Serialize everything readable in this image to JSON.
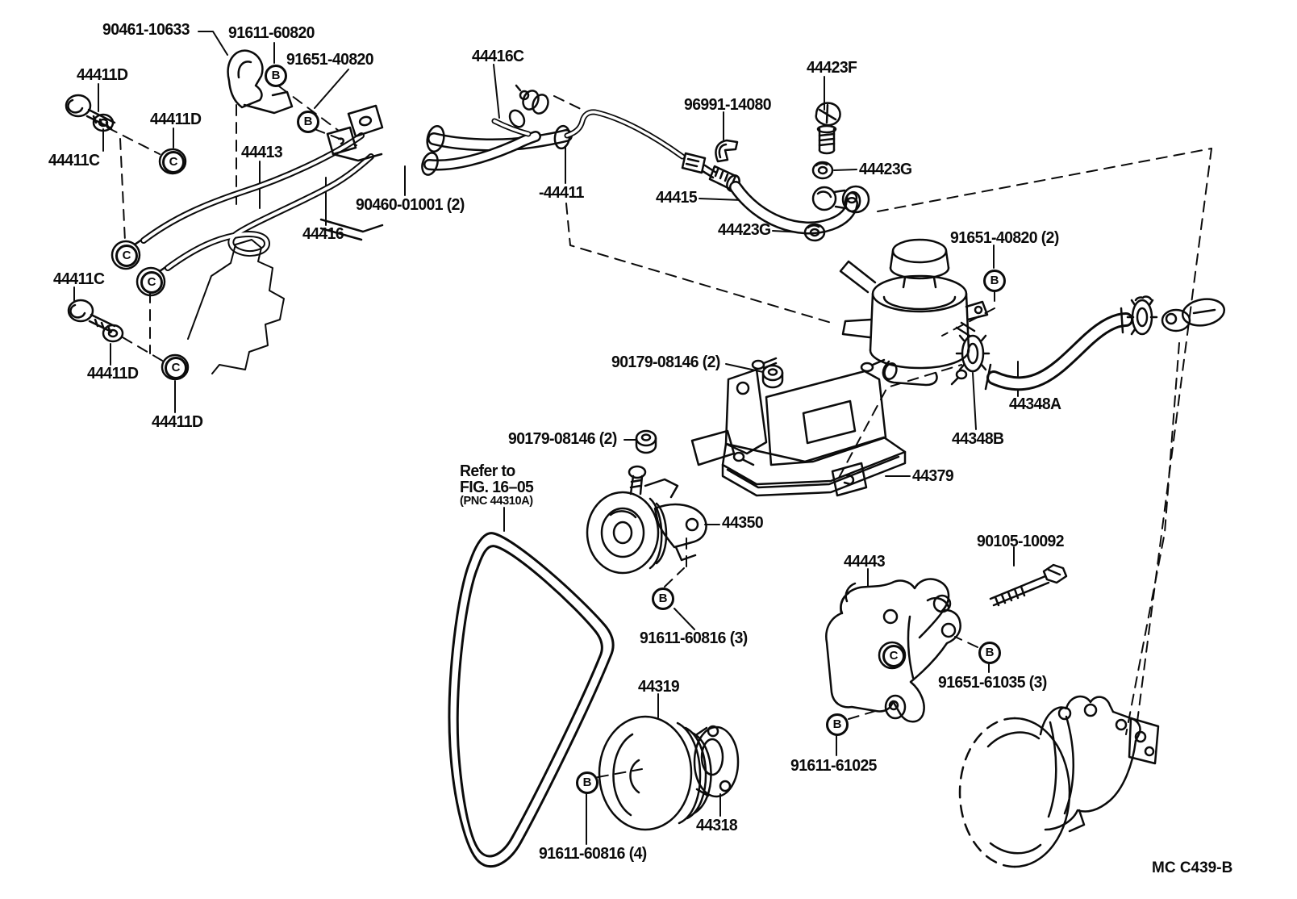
{
  "diagram": {
    "description": "Toyota power steering tank and tube parts diagram",
    "doc_code": "MC C439-B",
    "colors": {
      "ink": "#0b0b0b",
      "background": "#ffffff"
    },
    "note": {
      "line1": "Refer to",
      "line2": "FIG. 16–05",
      "line3": "(PNC 44310A)"
    },
    "labels": [
      {
        "id": "90461-10633",
        "text": "90461-10633"
      },
      {
        "id": "91611-60820",
        "text": "91611-60820"
      },
      {
        "id": "91651-40820",
        "text": "91651-40820"
      },
      {
        "id": "44411D-1",
        "text": "44411D"
      },
      {
        "id": "44411D-2",
        "text": "44411D"
      },
      {
        "id": "44411C-1",
        "text": "44411C"
      },
      {
        "id": "44413",
        "text": "44413"
      },
      {
        "id": "44416",
        "text": "44416"
      },
      {
        "id": "44416C",
        "text": "44416C"
      },
      {
        "id": "90460-01001",
        "text": "90460-01001 (2)"
      },
      {
        "id": "44411",
        "text": "-44411"
      },
      {
        "id": "96991-14080",
        "text": "96991-14080"
      },
      {
        "id": "44415",
        "text": "44415"
      },
      {
        "id": "44423F",
        "text": "44423F"
      },
      {
        "id": "44423G-1",
        "text": "44423G"
      },
      {
        "id": "44423G-2",
        "text": "44423G"
      },
      {
        "id": "91651-40820-2",
        "text": "91651-40820 (2)"
      },
      {
        "id": "44348A",
        "text": "44348A"
      },
      {
        "id": "44348B",
        "text": "44348B"
      },
      {
        "id": "90179-08146-1",
        "text": "90179-08146 (2)"
      },
      {
        "id": "90179-08146-2",
        "text": "90179-08146 (2)"
      },
      {
        "id": "44379",
        "text": "44379"
      },
      {
        "id": "44350",
        "text": "44350"
      },
      {
        "id": "91611-60816-3",
        "text": "91611-60816 (3)"
      },
      {
        "id": "44443",
        "text": "44443"
      },
      {
        "id": "90105-10092",
        "text": "90105-10092"
      },
      {
        "id": "91651-61035",
        "text": "91651-61035 (3)"
      },
      {
        "id": "91611-61025",
        "text": "91611-61025"
      },
      {
        "id": "44319",
        "text": "44319"
      },
      {
        "id": "44318",
        "text": "44318"
      },
      {
        "id": "91611-60816-4",
        "text": "91611-60816 (4)"
      },
      {
        "id": "44411C-2",
        "text": "44411C"
      },
      {
        "id": "44411D-3",
        "text": "44411D"
      },
      {
        "id": "44411D-4",
        "text": "44411D"
      }
    ],
    "markers": [
      {
        "letter": "B"
      },
      {
        "letter": "B"
      },
      {
        "letter": "B"
      },
      {
        "letter": "B"
      },
      {
        "letter": "B"
      },
      {
        "letter": "B"
      },
      {
        "letter": "B"
      },
      {
        "letter": "C"
      },
      {
        "letter": "C"
      },
      {
        "letter": "C"
      },
      {
        "letter": "C"
      },
      {
        "letter": "C"
      }
    ]
  }
}
